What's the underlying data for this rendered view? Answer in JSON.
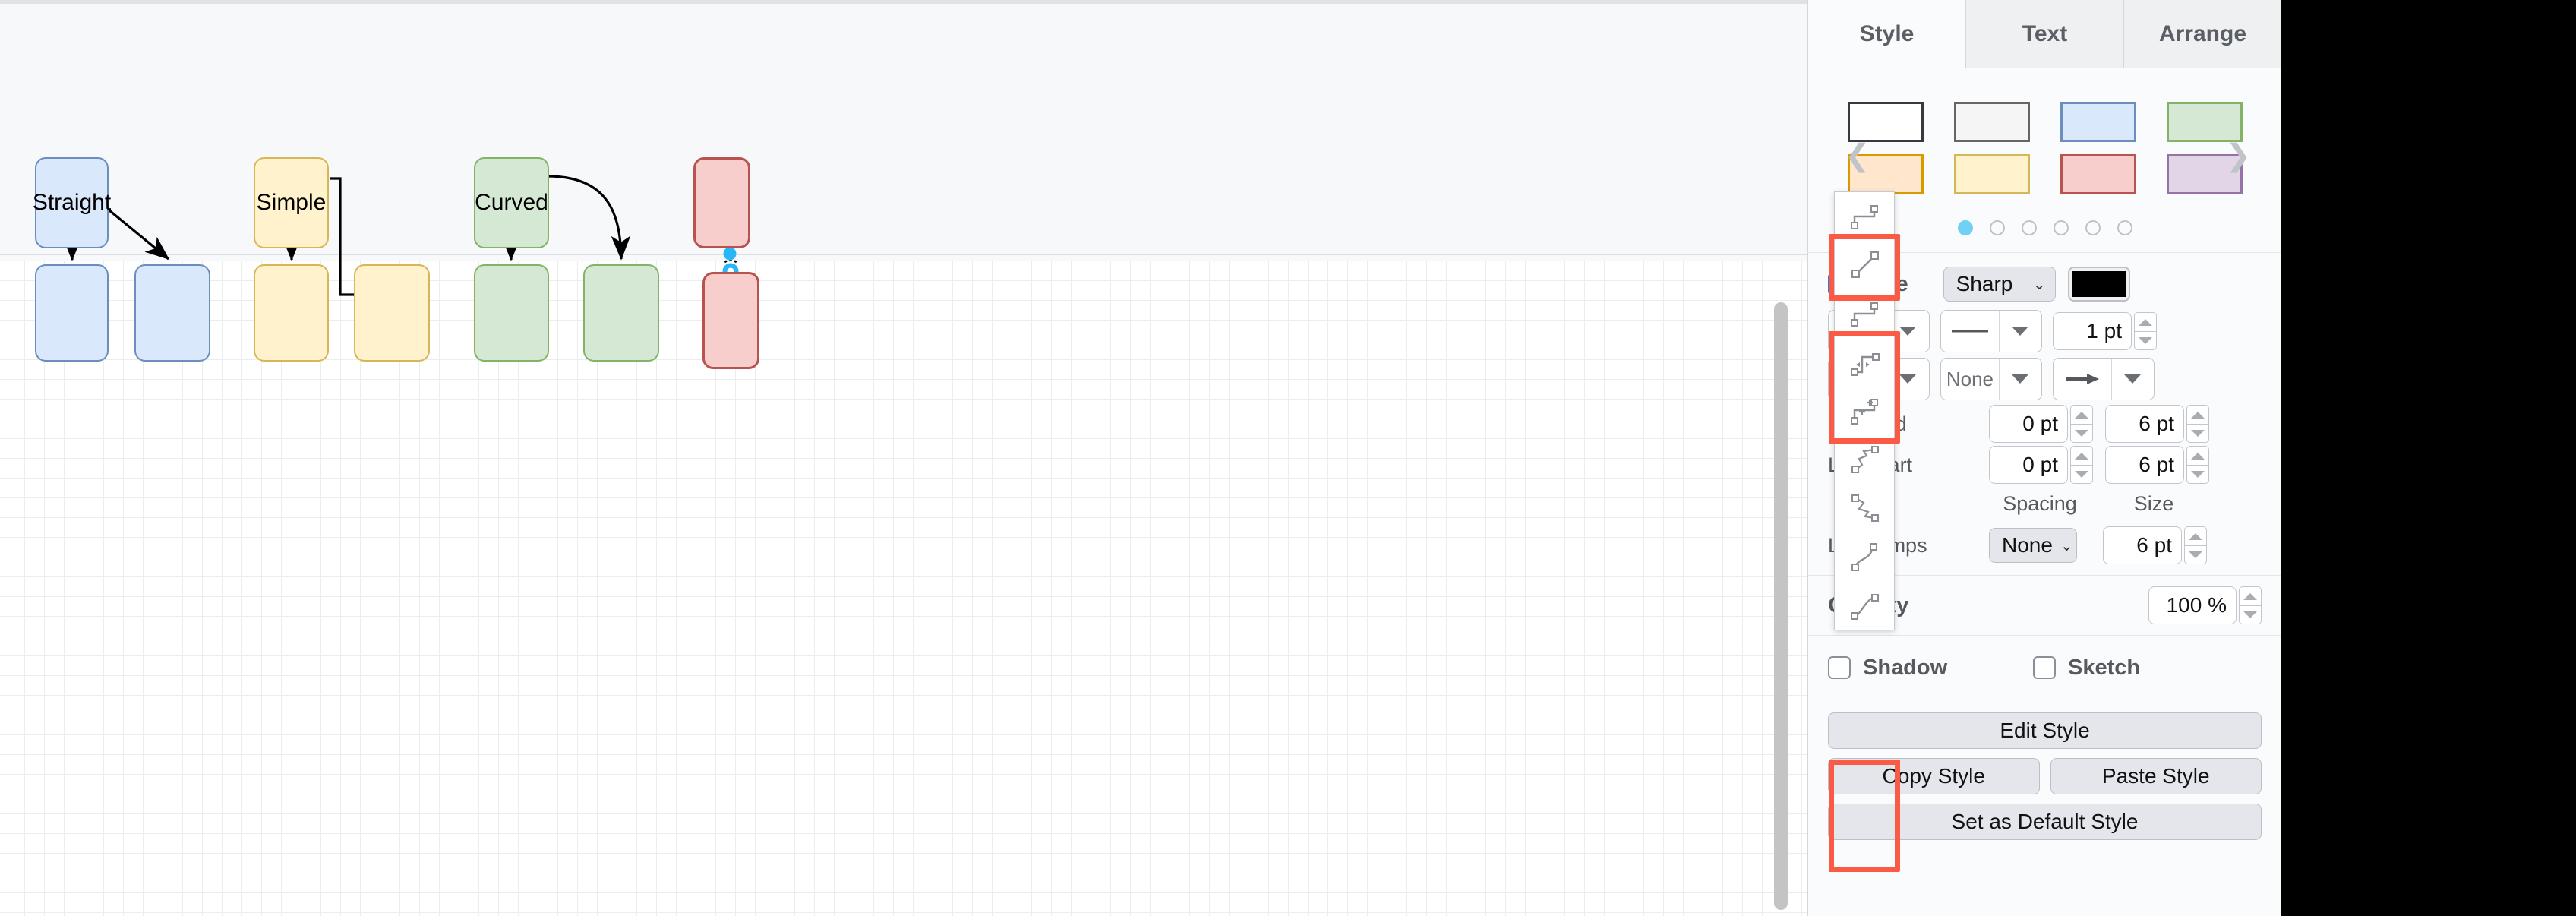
{
  "canvas": {
    "nodes": [
      {
        "label": "Straight",
        "group": "straight",
        "role": "top"
      },
      {
        "label": "",
        "group": "straight",
        "role": "bottom-left"
      },
      {
        "label": "",
        "group": "straight",
        "role": "bottom-right"
      },
      {
        "label": "Simple",
        "group": "simple",
        "role": "top"
      },
      {
        "label": "",
        "group": "simple",
        "role": "bottom-left"
      },
      {
        "label": "",
        "group": "simple",
        "role": "bottom-right"
      },
      {
        "label": "Curved",
        "group": "curved",
        "role": "top"
      },
      {
        "label": "",
        "group": "curved",
        "role": "bottom-left"
      },
      {
        "label": "",
        "group": "curved",
        "role": "bottom-right"
      },
      {
        "label": "",
        "group": "selected",
        "role": "top"
      },
      {
        "label": "",
        "group": "selected",
        "role": "bottom"
      }
    ],
    "colors": {
      "blue_fill": "#dae8fc",
      "blue_stroke": "#6c8ebf",
      "yellow_fill": "#fff2cc",
      "yellow_stroke": "#d6b656",
      "green_fill": "#d5e8d4",
      "green_stroke": "#82b366",
      "red_fill": "#f8cecc",
      "red_stroke": "#b85450",
      "selection_handle": "#29b6f6",
      "edge_stroke": "#000000"
    },
    "selected_edge": {
      "handle_count": 5,
      "style": "dashed-selected"
    }
  },
  "panel": {
    "tabs": [
      {
        "label": "Style",
        "active": true
      },
      {
        "label": "Text",
        "active": false
      },
      {
        "label": "Arrange",
        "active": false
      }
    ],
    "style_picker": {
      "prev_icon": "chevron-left-icon",
      "next_icon": "chevron-right-icon",
      "swatches": [
        {
          "fill": "#ffffff",
          "stroke": "#36393d"
        },
        {
          "fill": "#f5f5f5",
          "stroke": "#666666"
        },
        {
          "fill": "#dae8fc",
          "stroke": "#6c8ebf"
        },
        {
          "fill": "#d5e8d4",
          "stroke": "#82b366"
        },
        {
          "fill": "#ffe6cc",
          "stroke": "#d79b00"
        },
        {
          "fill": "#fff2cc",
          "stroke": "#d6b656"
        },
        {
          "fill": "#f8cecc",
          "stroke": "#b85450"
        },
        {
          "fill": "#e1d5e7",
          "stroke": "#9673a6"
        }
      ],
      "page_dots": 6,
      "active_dot": 1,
      "active_dot_color": "#70d1f5"
    },
    "line": {
      "checkbox_label": "Line",
      "checkbox_checked": true,
      "corner_style": "Sharp",
      "color_value": "#000000",
      "arrow_end_icon": "arrow-right-icon",
      "line_pattern_icon": "solid-line-icon",
      "width_value": "1 pt",
      "waypoints_icon": "orthogonal-line-icon",
      "line_jumps_value": "None",
      "line_start_icon": "arrow-right-icon",
      "line_end_label": "Line end",
      "line_start_label": "Line start",
      "line_jumps_label": "Line jumps",
      "line_end_size": "0 pt",
      "line_start_size": "0 pt",
      "line_end_spacing": "6 pt",
      "line_start_spacing": "6 pt",
      "spacing_header": "Spacing",
      "size_header": "Size",
      "jumps_size": "6 pt"
    },
    "opacity": {
      "label": "Opacity",
      "value": "100 %"
    },
    "toggles": [
      {
        "label": "Shadow",
        "checked": false
      },
      {
        "label": "Sketch",
        "checked": false
      }
    ],
    "buttons": {
      "edit_style": "Edit Style",
      "copy_style": "Copy Style",
      "paste_style": "Paste Style",
      "set_default": "Set as Default Style"
    },
    "dropdown": {
      "open": true,
      "items": [
        {
          "icon": "orthogonal-step-icon",
          "highlighted": false
        },
        {
          "icon": "straight-diagonal-icon",
          "highlighted": true
        },
        {
          "icon": "orthogonal-elbow-icon",
          "highlighted": false
        },
        {
          "icon": "orthogonal-waypoints-left-icon",
          "highlighted": true
        },
        {
          "icon": "orthogonal-waypoints-right-icon",
          "highlighted": true
        },
        {
          "icon": "zigzag-up-icon",
          "highlighted": false
        },
        {
          "icon": "zigzag-down-icon",
          "highlighted": false
        },
        {
          "icon": "curved-s-up-icon",
          "highlighted": true
        },
        {
          "icon": "curved-s-down-icon",
          "highlighted": true
        }
      ],
      "highlight_color": "#fb5a45"
    }
  }
}
